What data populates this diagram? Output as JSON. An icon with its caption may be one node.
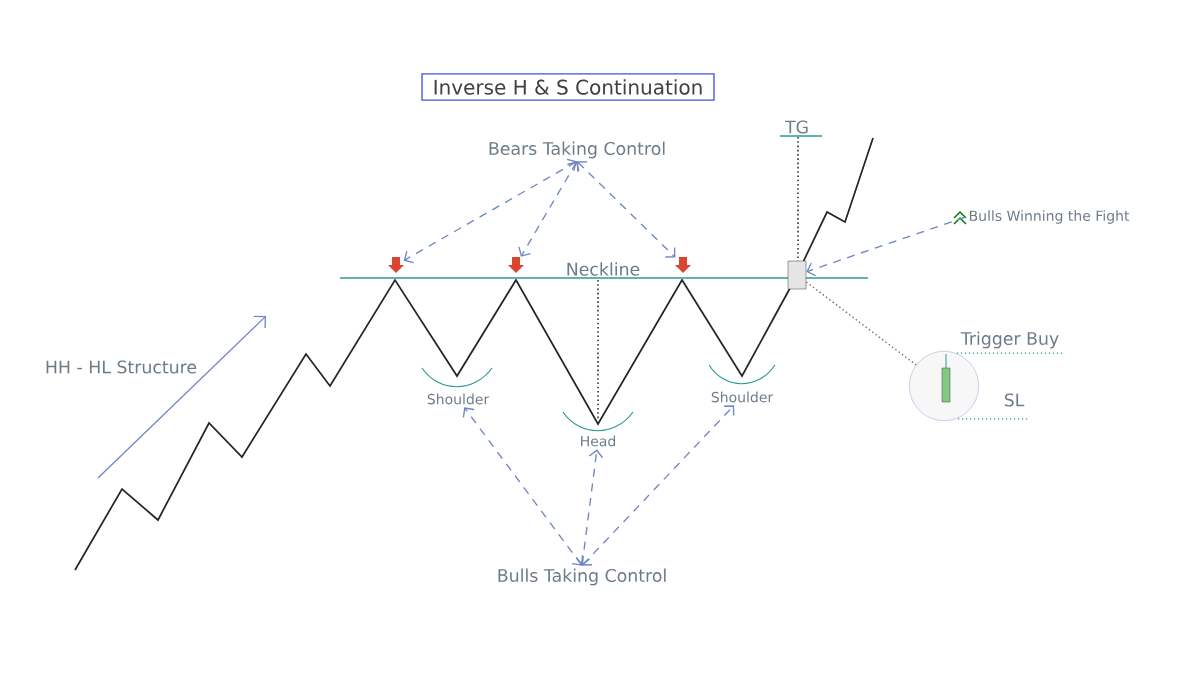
{
  "diagram": {
    "title": "Inverse H & S Continuation",
    "nodes": [
      {
        "text": [
          "Bears Taking Control"
        ]
      },
      {
        "text": [],
        "shape": "arrow"
      },
      {
        "text": [],
        "shape": "arrow"
      },
      {
        "text": [],
        "shape": "arrow"
      },
      {
        "text": [
          "Bulls Taking Control"
        ]
      },
      {
        "text": [
          "Shoulder"
        ]
      },
      {
        "text": [
          "Head"
        ]
      },
      {
        "text": [
          "Shoulder"
        ]
      },
      {
        "text": [
          "Bulls Winning the Fight"
        ]
      },
      {
        "text": [],
        "shape": "box"
      },
      {
        "text": [],
        "shape": "circle"
      },
      {
        "text": [
          "Trigger Buy"
        ]
      },
      {
        "text": [
          "SL"
        ]
      }
    ],
    "edges": [
      {
        "from": 0,
        "to": 1,
        "arrow": "both",
        "style": "dashed"
      },
      {
        "from": 0,
        "to": 2,
        "arrow": "both",
        "style": "dashed"
      },
      {
        "from": 0,
        "to": 3,
        "arrow": "both",
        "style": "dashed"
      },
      {
        "from": 4,
        "to": 5,
        "arrow": "both",
        "style": "dashed"
      },
      {
        "from": 4,
        "to": 6,
        "arrow": "both",
        "style": "dashed"
      },
      {
        "from": 4,
        "to": 7,
        "arrow": "both",
        "style": "dashed"
      },
      {
        "from": 8,
        "to": 9,
        "arrow": "to",
        "style": "dashed"
      },
      {
        "from": 9,
        "to": 10,
        "arrow": "none"
      },
      {
        "from": 11,
        "to": 10,
        "arrow": "none"
      },
      {
        "from": 12,
        "to": 10,
        "arrow": "none"
      }
    ],
    "labels": [
      "TG",
      "Neckline",
      "HH - HL Structure"
    ]
  }
}
